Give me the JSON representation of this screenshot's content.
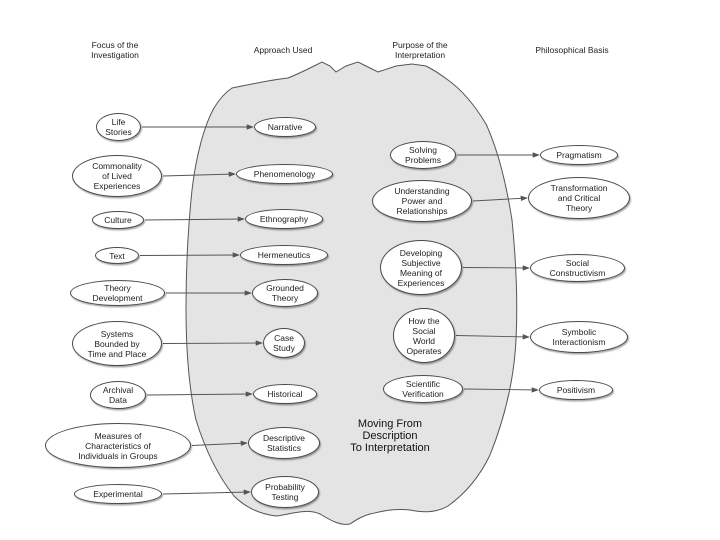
{
  "headers": {
    "focus": "Focus of the\nInvestigation",
    "approach": "Approach Used",
    "purpose": "Purpose of the\nInterpretation",
    "basis": "Philosophical Basis"
  },
  "focus": [
    "Life\nStories",
    "Commonality\nof Lived\nExperiences",
    "Culture",
    "Text",
    "Theory\nDevelopment",
    "Systems\nBounded by\nTime and Place",
    "Archival\nData",
    "Measures of\nCharacteristics of\nIndividuals in Groups",
    "Experimental"
  ],
  "approach": [
    "Narrative",
    "Phenomenology",
    "Ethnography",
    "Hermeneutics",
    "Grounded\nTheory",
    "Case\nStudy",
    "Historical",
    "Descriptive\nStatistics",
    "Probability\nTesting"
  ],
  "purpose": [
    "Solving\nProblems",
    "Understanding\nPower and\nRelationships",
    "Developing\nSubjective\nMeaning of\nExperiences",
    "How the\nSocial\nWorld\nOperates",
    "Scientific\nVerification"
  ],
  "basis": [
    "Pragmatism",
    "Transformation\nand Critical\nTheory",
    "Social\nConstructivism",
    "Symbolic\nInteractionism",
    "Positivism"
  ],
  "caption": "Moving From\nDescription\nTo Interpretation",
  "colors": {
    "blob_fill": "#e4e4e4",
    "blob_stroke": "#555555",
    "line": "#555555"
  }
}
